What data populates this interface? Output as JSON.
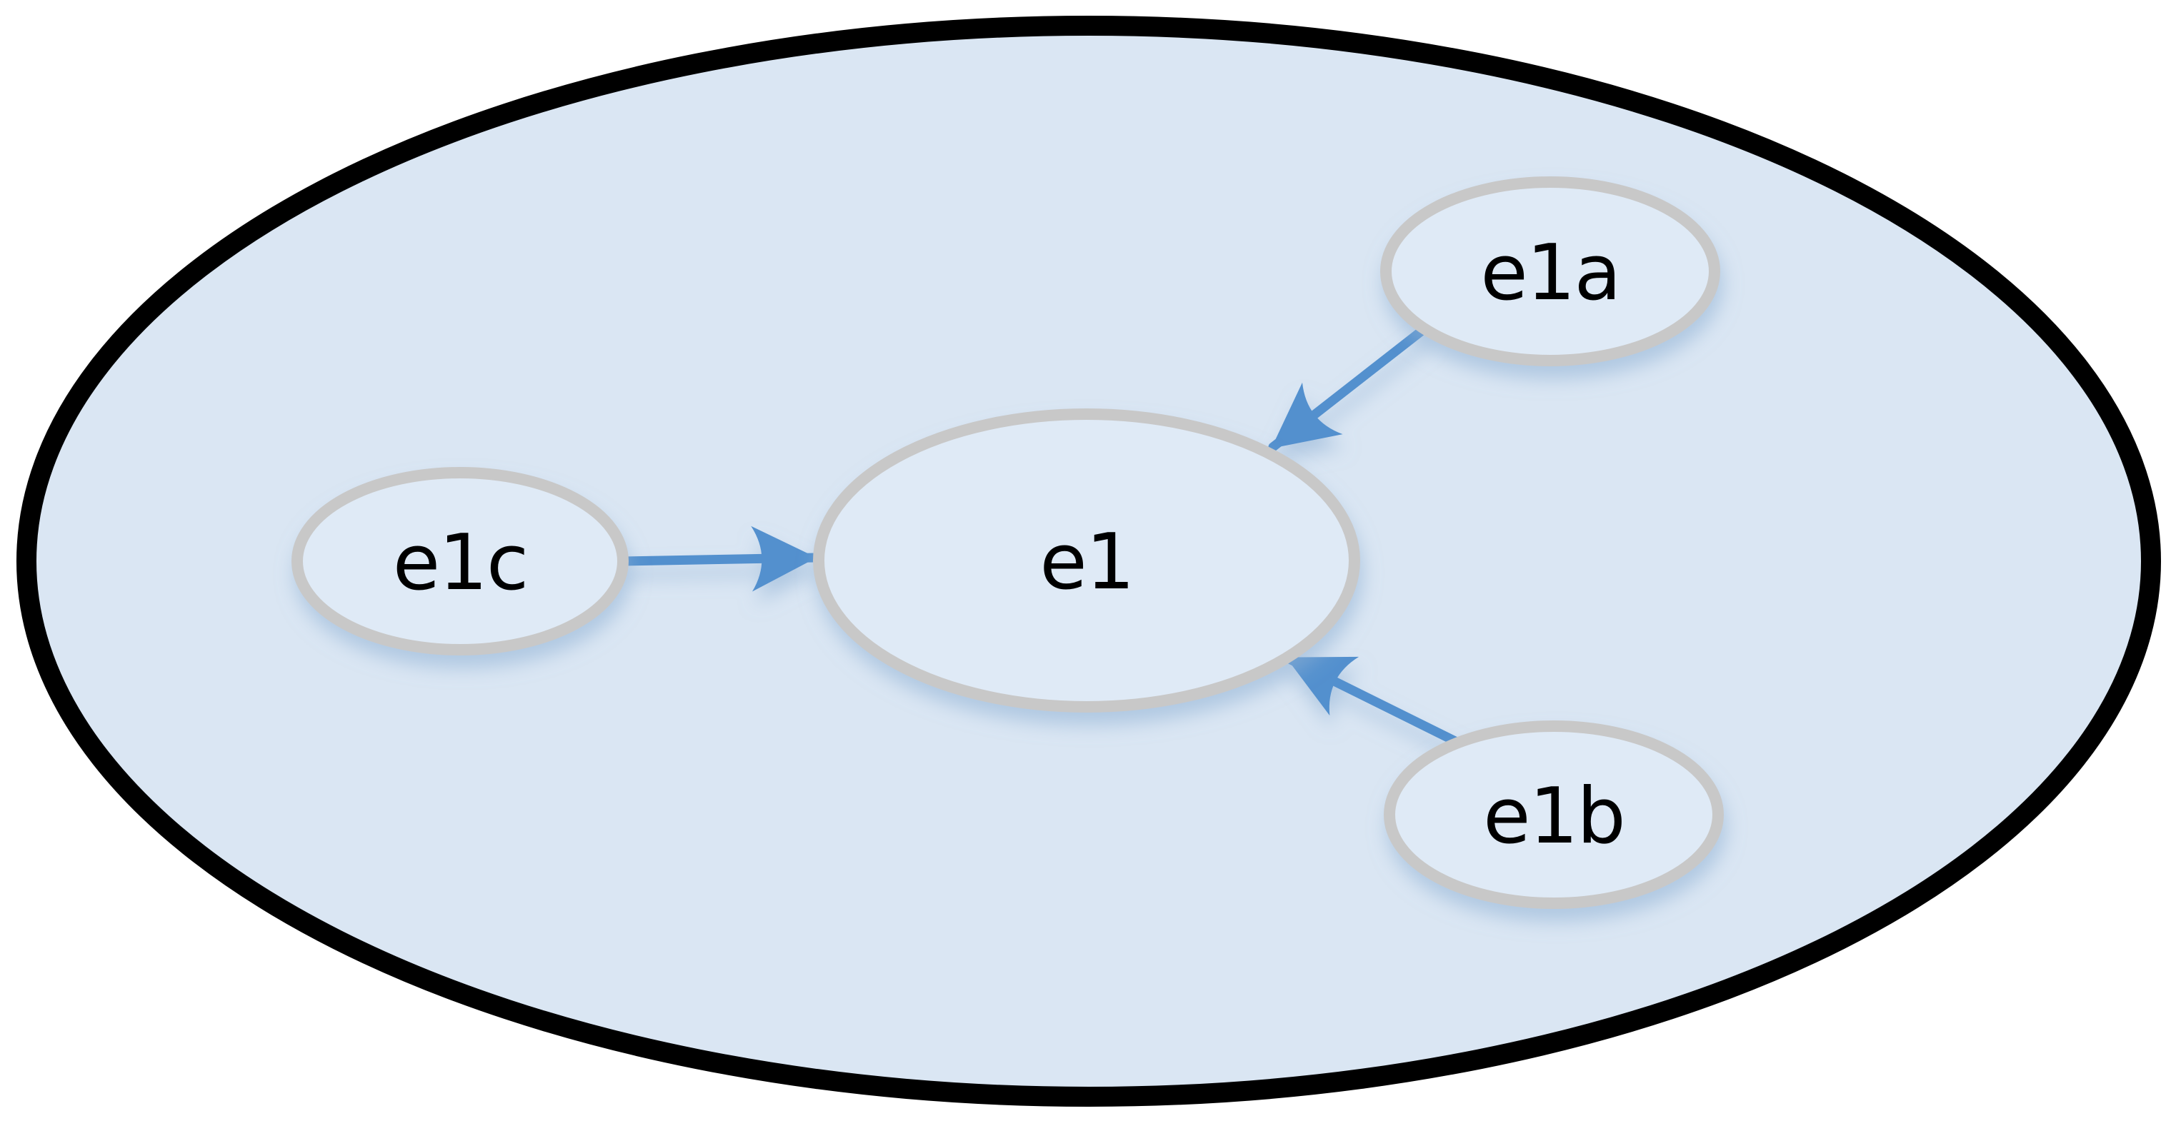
{
  "diagram": {
    "nodes": [
      {
        "id": "e1",
        "label": "e1"
      },
      {
        "id": "e1a",
        "label": "e1a"
      },
      {
        "id": "e1b",
        "label": "e1b"
      },
      {
        "id": "e1c",
        "label": "e1c"
      }
    ],
    "edges": [
      {
        "from": "e1a",
        "to": "e1"
      },
      {
        "from": "e1b",
        "to": "e1"
      },
      {
        "from": "e1c",
        "to": "e1"
      }
    ],
    "colors": {
      "canvas_bg": "#ffffff",
      "outer_fill": "#dae6f3",
      "outer_stroke": "#000000",
      "node_fill": "#dfeaf6",
      "node_stroke": "#c8c8c8",
      "arrow": "#5390ce",
      "label": "#000000"
    }
  }
}
